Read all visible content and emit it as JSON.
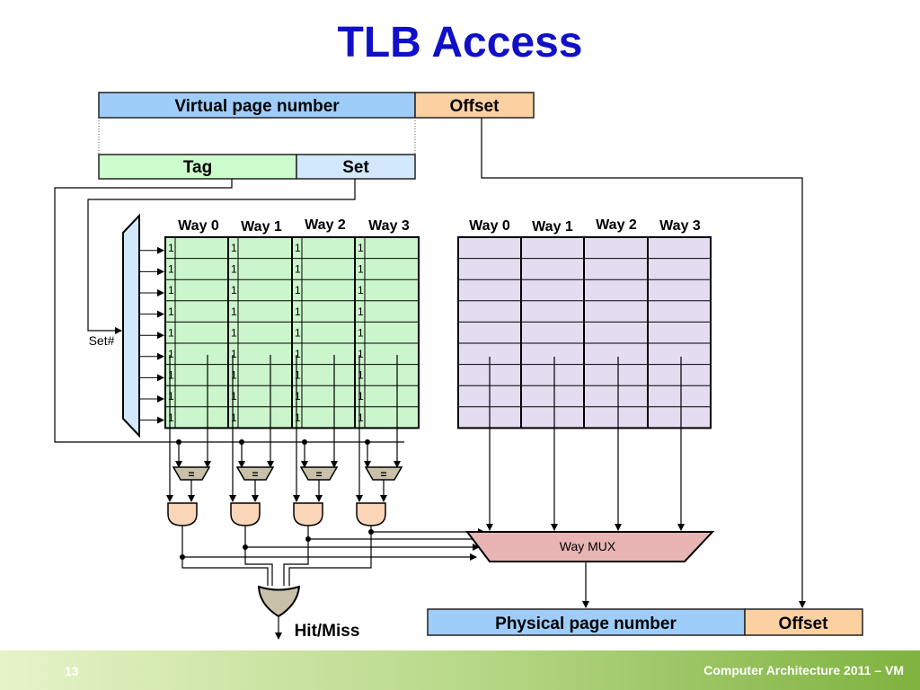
{
  "slide": {
    "title": "TLB Access",
    "page_number": "13",
    "footer": "Computer Architecture 2011 – VM"
  },
  "virtual_address": {
    "vpn_label": "Virtual page number",
    "offset_label": "Offset"
  },
  "vpn_split": {
    "tag_label": "Tag",
    "set_label": "Set"
  },
  "decoder": {
    "label": "Set#"
  },
  "tag_array": {
    "way_labels": [
      "Way 0",
      "Way 1",
      "Way 2",
      "Way 3"
    ],
    "valid_bit": "1",
    "rows": 9
  },
  "data_array": {
    "way_labels": [
      "Way 0",
      "Way 1",
      "Way 2",
      "Way 3"
    ],
    "rows": 9
  },
  "comparators": {
    "symbol": "="
  },
  "way_mux": {
    "label": "Way MUX"
  },
  "or_gate": {
    "output_label": "Hit/Miss"
  },
  "physical_address": {
    "ppn_label": "Physical page number",
    "offset_label": "Offset"
  },
  "colors": {
    "title": "#1010c8",
    "vpn_fill": "#9fcdfa",
    "offset_fill": "#fcd0a0",
    "tag_fill": "#cdfccd",
    "set_fill": "#d2e8fc",
    "tag_array_fill": "#cbf5cb",
    "data_array_fill": "#e4dcf0",
    "gate_fill": "#fad5b8",
    "comparator_fill": "#c8c0a8",
    "mux_fill": "#e8b4b4",
    "or_fill": "#c8c0a8"
  }
}
